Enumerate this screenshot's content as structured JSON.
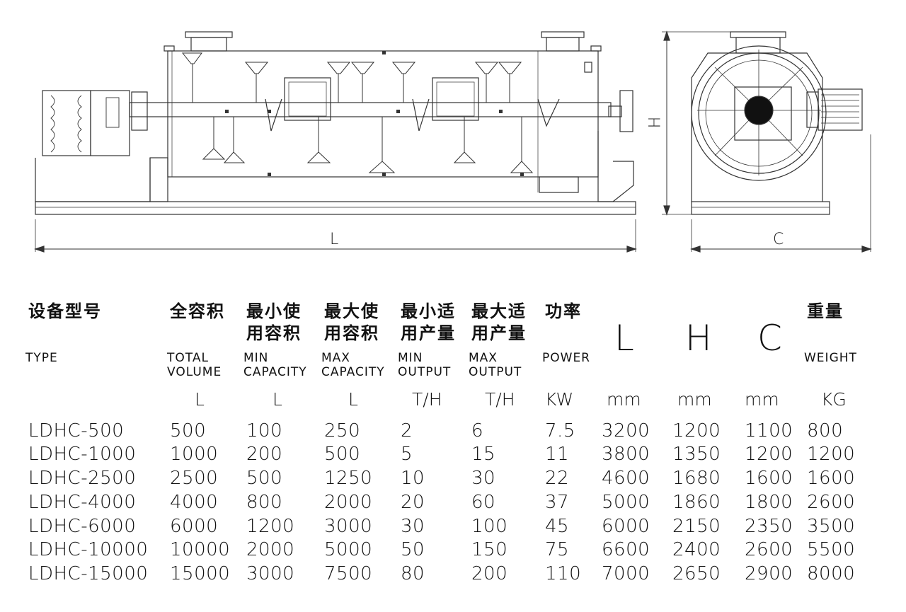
{
  "drawing": {
    "dimension_labels": {
      "length": "L",
      "height": "H",
      "width": "C"
    }
  },
  "table": {
    "headers": [
      {
        "zh": "设备型号",
        "en": "TYPE",
        "unit": ""
      },
      {
        "zh": "全容积",
        "en": "TOTAL\nVOLUME",
        "unit": "L"
      },
      {
        "zh": "最小使\n用容积",
        "en": "MIN\nCAPACITY",
        "unit": "L"
      },
      {
        "zh": "最大使\n用容积",
        "en": "MAX\nCAPACITY",
        "unit": "L"
      },
      {
        "zh": "最小适\n用产量",
        "en": "MIN\nOUTPUT",
        "unit": "T/H"
      },
      {
        "zh": "最大适\n用产量",
        "en": "MAX\nOUTPUT",
        "unit": "T/H"
      },
      {
        "zh": "功率",
        "en": "POWER",
        "unit": "KW"
      },
      {
        "big": "L",
        "unit": "mm"
      },
      {
        "big": "H",
        "unit": "mm"
      },
      {
        "big": "C",
        "unit": "mm"
      },
      {
        "zh": "重量",
        "en": "WEIGHT",
        "unit": "KG"
      }
    ],
    "rows": [
      [
        "LDHC-500",
        "500",
        "100",
        "250",
        "2",
        "6",
        "7.5",
        "3200",
        "1200",
        "1100",
        "800"
      ],
      [
        "LDHC-1000",
        "1000",
        "200",
        "500",
        "5",
        "15",
        "11",
        "3800",
        "1350",
        "1200",
        "1200"
      ],
      [
        "LDHC-2500",
        "2500",
        "500",
        "1250",
        "10",
        "30",
        "22",
        "4600",
        "1680",
        "1600",
        "1600"
      ],
      [
        "LDHC-4000",
        "4000",
        "800",
        "2000",
        "20",
        "60",
        "37",
        "5000",
        "1860",
        "1800",
        "2600"
      ],
      [
        "LDHC-6000",
        "6000",
        "1200",
        "3000",
        "30",
        "100",
        "45",
        "6000",
        "2150",
        "2350",
        "3500"
      ],
      [
        "LDHC-10000",
        "10000",
        "2000",
        "5000",
        "50",
        "150",
        "75",
        "6600",
        "2400",
        "2600",
        "5500"
      ],
      [
        "LDHC-15000",
        "15000",
        "3000",
        "7500",
        "80",
        "200",
        "110",
        "7000",
        "2650",
        "2900",
        "8000"
      ]
    ]
  }
}
